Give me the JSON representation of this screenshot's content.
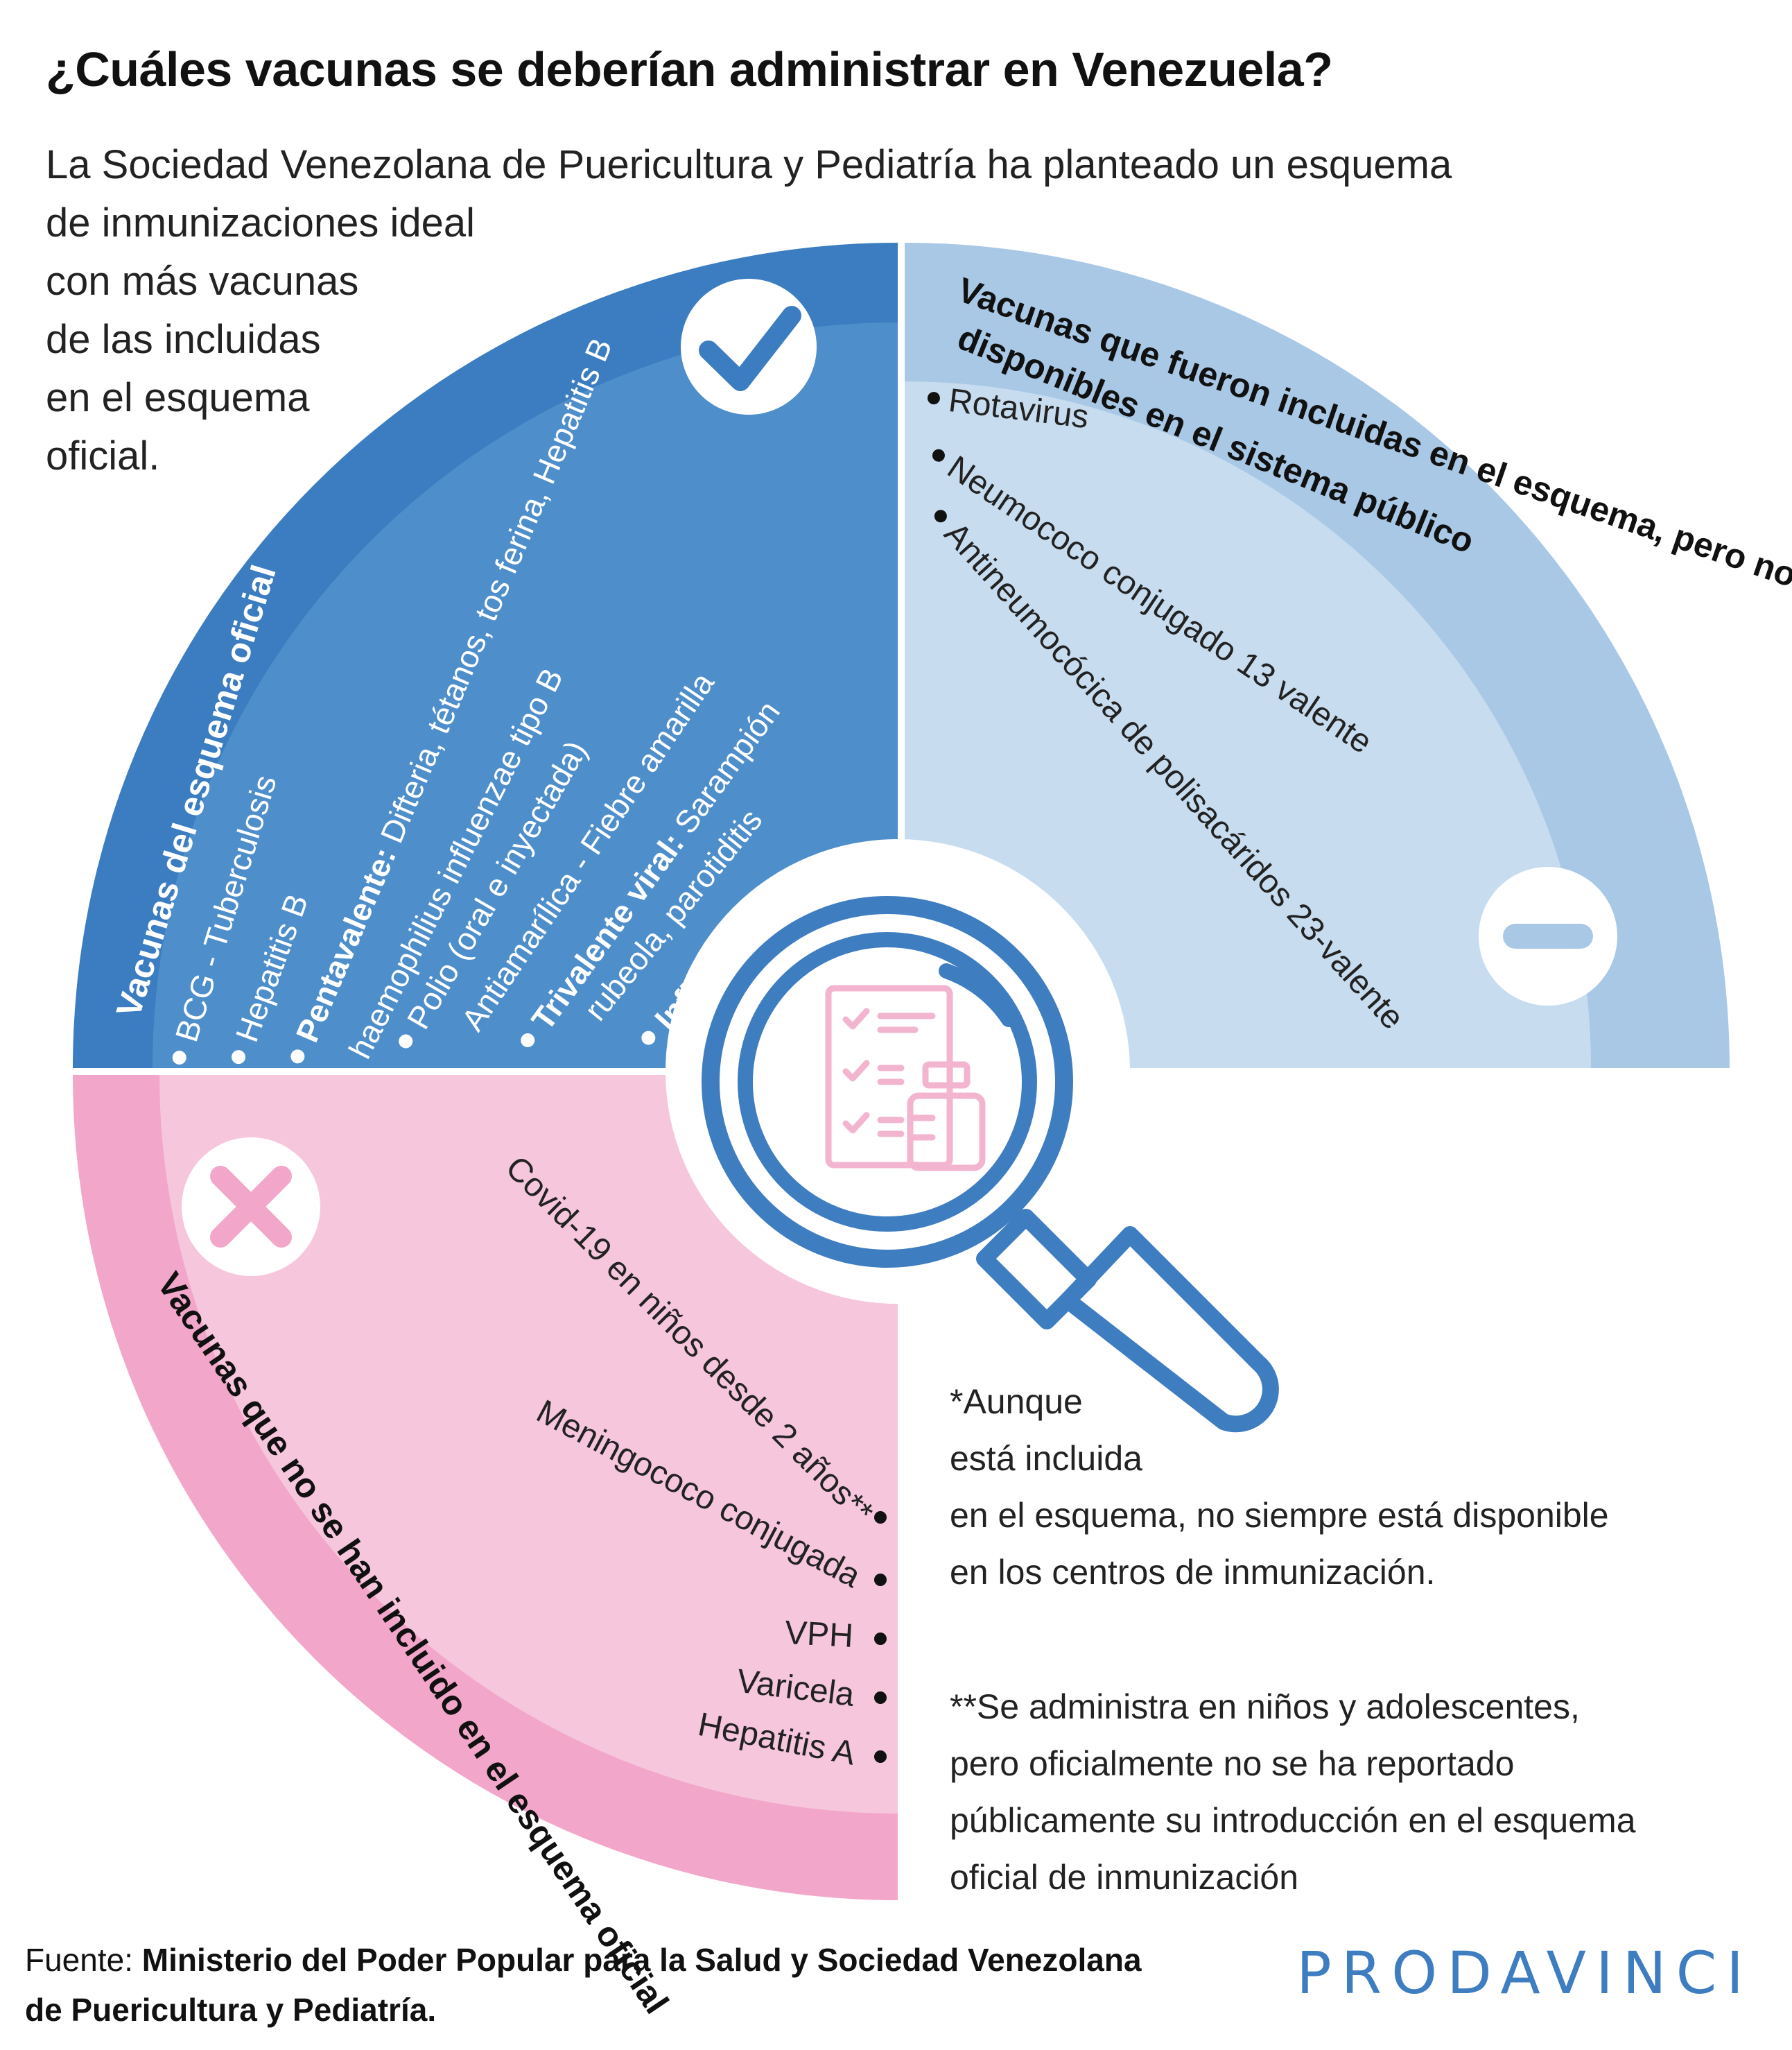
{
  "title": "¿Cuáles vacunas se deberían administrar en Venezuela?",
  "intro": [
    "La Sociedad Venezolana de Puericultura y Pediatría ha planteado un esquema",
    "de inmunizaciones ideal",
    "con más vacunas",
    "de las incluidas",
    "en el esquema",
    "oficial."
  ],
  "official": {
    "header": "Vacunas del esquema oficial",
    "items": [
      {
        "bold": "",
        "text": "BCG - Tuberculosis"
      },
      {
        "bold": "",
        "text": "Hepatitis B"
      },
      {
        "bold": "Pentavalente:",
        "text": " Difteria, tétanos, tos ferina, Hepatitis B"
      },
      {
        "bold": "",
        "text": "haemophilius influenzae tipo B"
      },
      {
        "bold": "",
        "text": "Polio (oral e inyectada)"
      },
      {
        "bold": "",
        "text": "Antiamarílica - Fiebre amarilla"
      },
      {
        "bold": "Trivalente viral:",
        "text": " Sarampión"
      },
      {
        "bold": "",
        "text": "rubeola, parotiditis"
      },
      {
        "bold": "Influenza*",
        "text": ""
      }
    ]
  },
  "unavailable": {
    "header_line1": "Vacunas que fueron incluidas en el esquema, pero no están",
    "header_line2": "disponibles en el sistema público",
    "items": [
      "Rotavirus",
      "Neumococo conjugado 13 valente",
      "Antineumocócica de polisacáridos 23-valente"
    ]
  },
  "not_included": {
    "header": "Vacunas que no se han incluido en el esquema oficial",
    "items": [
      "Covid-19 en niños desde 2 años**",
      "Meningococo conjugada",
      "VPH",
      "Varicela",
      "Hepatitis A"
    ]
  },
  "notes": {
    "note1": [
      "*Aunque",
      "está incluida",
      "en el esquema, no siempre está disponible",
      "en los centros de inmunización."
    ],
    "note2": [
      "**Se administra en niños y adolescentes,",
      "pero oficialmente no se ha reportado",
      "públicamente su introducción en el esquema",
      "oficial de inmunización"
    ]
  },
  "source": {
    "label": "Fuente: ",
    "line1": "Ministerio del Poder Popular para la Salud y Sociedad Venezolana",
    "line2": "de Puericultura y Pediatría."
  },
  "logo": "PRODAVINCI",
  "colors": {
    "official_dark": "#3b7dc0",
    "official_light": "#4e8ecb",
    "unavailable_dark": "#a8c8e6",
    "unavailable_light": "#c7dcef",
    "not_included_dark": "#f2a6c9",
    "not_included_light": "#f6c6dc",
    "magnifier": "#3f7dc1",
    "icon_pink": "#f3b4cf"
  }
}
